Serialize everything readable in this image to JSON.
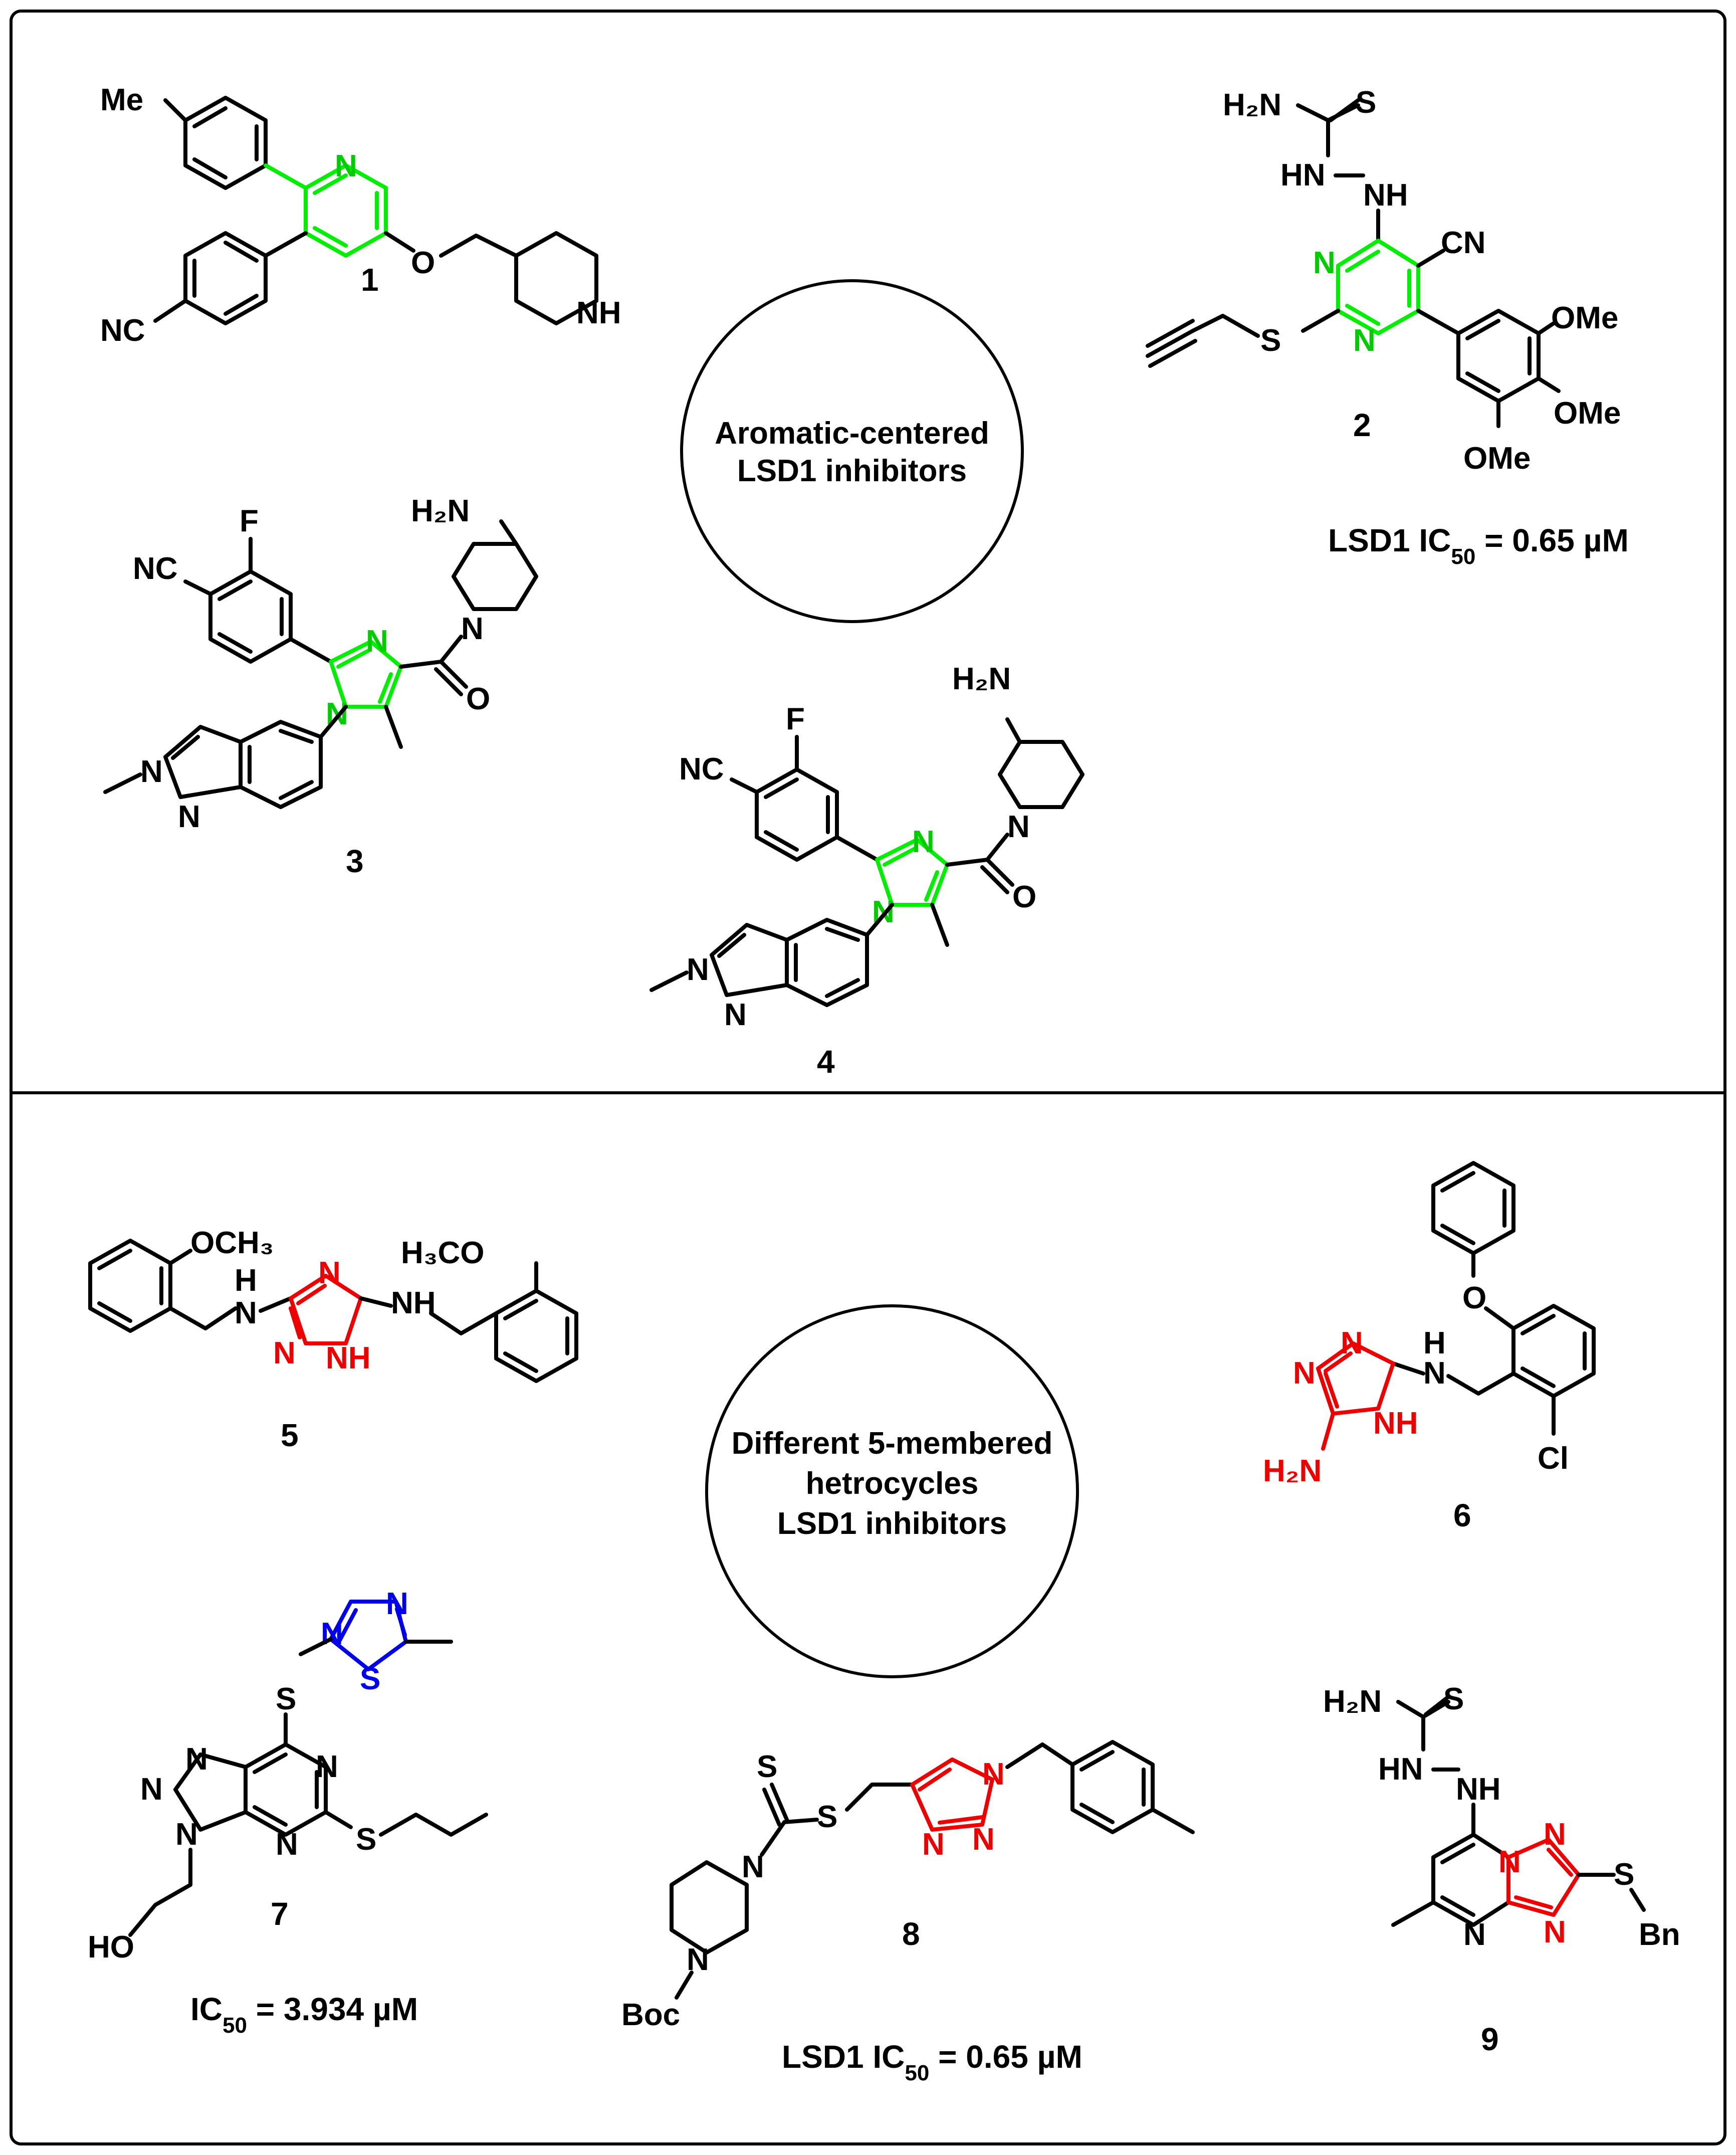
{
  "panels": {
    "top": {
      "title_line1": "Aromatic-centered",
      "title_line2": "LSD1 inhibitors"
    },
    "bottom": {
      "title_line1": "Different 5-membered",
      "title_line2": "hetrocycles",
      "title_line3": "LSD1 inhibitors"
    }
  },
  "compounds": {
    "c1": {
      "label": "1"
    },
    "c2": {
      "label": "2",
      "activity_prefix": "LSD1 IC",
      "activity_sub": "50",
      "activity_value": " = 0.65  µM"
    },
    "c3": {
      "label": "3"
    },
    "c4": {
      "label": "4"
    },
    "c5": {
      "label": "5"
    },
    "c6": {
      "label": "6"
    },
    "c7": {
      "label": "7",
      "activity_prefix": "IC",
      "activity_sub": "50",
      "activity_value": " = 3.934 µM"
    },
    "c8": {
      "label": "8",
      "activity_prefix": "LSD1 IC",
      "activity_sub": "50",
      "activity_value": " = 0.65  µM"
    },
    "c9": {
      "label": "9"
    }
  },
  "atoms": {
    "me": "Me",
    "nc": "NC",
    "nh": "NH",
    "n": "N",
    "o": "O",
    "h2n": "H₂N",
    "s": "S",
    "hn": "HN",
    "cn": "CN",
    "ome": "OMe",
    "f": "F",
    "h2": "H₂",
    "och3": "OCH₃",
    "h3co": "H₃CO",
    "h": "H",
    "cl": "Cl",
    "ho": "HO",
    "boc": "Boc",
    "bn": "Bn"
  },
  "colors": {
    "aromatic_core": "#00ee00",
    "triazole": "#ee0000",
    "thiadiazole": "#0000ee",
    "bond": "#000000"
  }
}
